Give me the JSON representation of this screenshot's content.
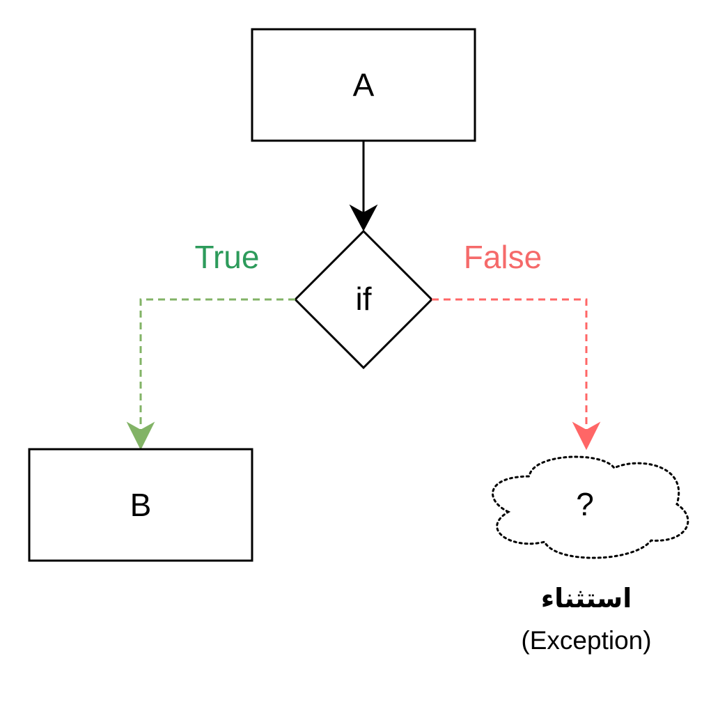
{
  "nodes": {
    "a": {
      "label": "A"
    },
    "decision": {
      "label": "if"
    },
    "b": {
      "label": "B"
    },
    "unknown": {
      "label": "?"
    }
  },
  "branches": {
    "true": {
      "label": "True",
      "label_color": "#2d9b5b",
      "line_color": "#82b366"
    },
    "false": {
      "label": "False",
      "label_color": "#f56a6a",
      "line_color": "#ff6666"
    }
  },
  "exception": {
    "caption": "استثناء",
    "caption_sub": "(Exception)"
  }
}
